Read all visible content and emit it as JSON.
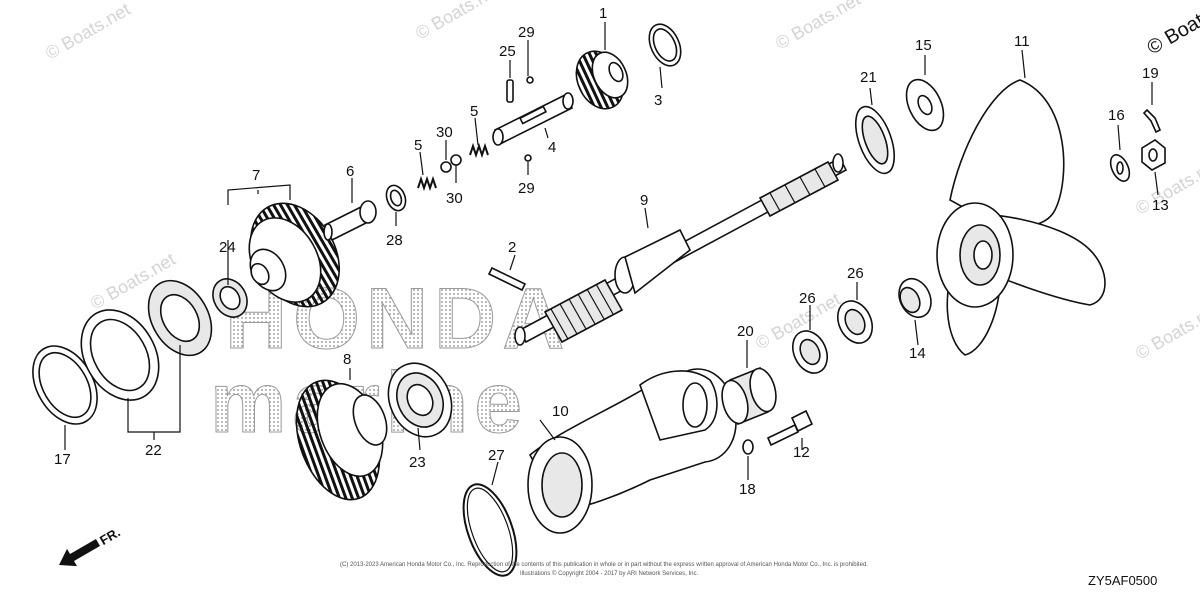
{
  "diagram_code": "ZY5AF0500",
  "front_marker": "FR.",
  "watermark": "© Boats.net",
  "brand_line1": "HONDA",
  "brand_line2": "marine",
  "copyright": "(C) 2013-2023 American Honda Motor Co., Inc. Reproduction of the contents of this publication in whole or in part without the express written approval of American Honda Motor Co., Inc. is prohibited.",
  "copyright_2": "Illustrations © Copyright 2004 - 2017 by ARI Network Services, Inc.",
  "callouts": {
    "c1": "1",
    "c2": "2",
    "c3": "3",
    "c4": "4",
    "c5a": "5",
    "c5b": "5",
    "c6": "6",
    "c7": "7",
    "c8": "8",
    "c9": "9",
    "c10": "10",
    "c11": "11",
    "c12": "12",
    "c13": "13",
    "c14": "14",
    "c15": "15",
    "c16": "16",
    "c17": "17",
    "c18": "18",
    "c19": "19",
    "c20": "20",
    "c21": "21",
    "c22": "22",
    "c23": "23",
    "c24": "24",
    "c25": "25",
    "c26a": "26",
    "c26b": "26",
    "c27": "27",
    "c28": "28",
    "c29a": "29",
    "c29b": "29",
    "c30a": "30",
    "c30b": "30"
  }
}
